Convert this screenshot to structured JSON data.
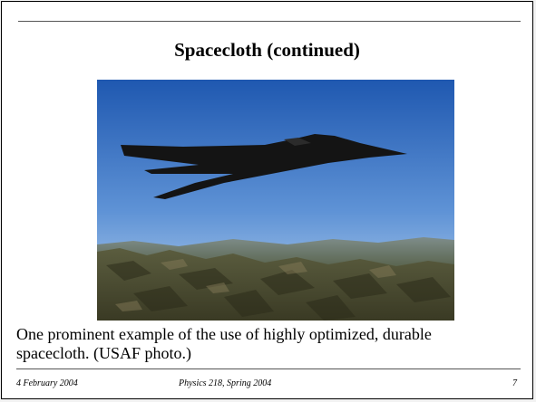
{
  "slide": {
    "title": "Spacecloth (continued)",
    "caption": "One prominent example of the use of highly optimized, durable spacecloth. (USAF photo.)",
    "footer": {
      "date": "4 February 2004",
      "course": "Physics 218, Spring 2004",
      "page_number": "7"
    }
  },
  "photo": {
    "subject": "stealth-aircraft-over-mountains",
    "colors": {
      "sky_top": "#2a63b8",
      "sky_bottom": "#a9c9ea",
      "aircraft": "#141414",
      "terrain": "#4a4a30"
    }
  }
}
